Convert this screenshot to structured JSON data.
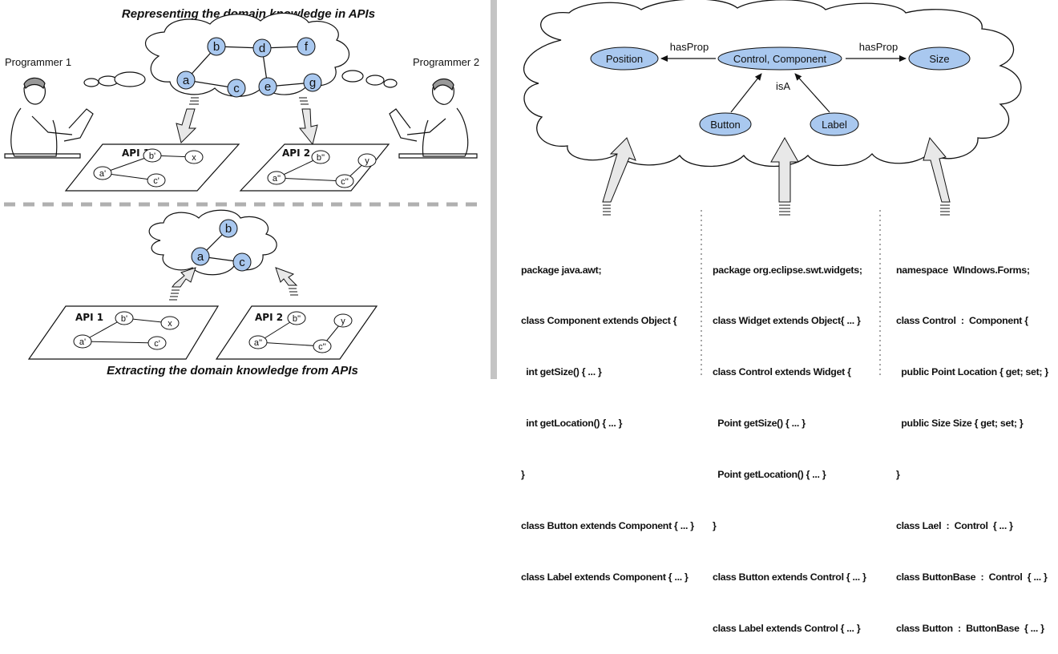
{
  "left": {
    "top_title": "Representing the domain knowledge in APIs",
    "bottom_title": "Extracting the domain knowledge from APIs",
    "programmer1": "Programmer 1",
    "programmer2": "Programmer 2",
    "top_nodes": [
      "a",
      "b",
      "c",
      "d",
      "e",
      "f",
      "g"
    ],
    "bottom_nodes": [
      "a",
      "b",
      "c"
    ],
    "api1": {
      "title": "API 1",
      "nodes": [
        "b'",
        "x",
        "a'",
        "c'"
      ]
    },
    "api2": {
      "title": "API 2",
      "nodes": [
        "b''",
        "y",
        "a''",
        "c''"
      ]
    }
  },
  "right": {
    "nodes": {
      "position": "Position",
      "control": "Control, Component",
      "size": "Size",
      "button": "Button",
      "label": "Label"
    },
    "edges": {
      "has_prop_left": "hasProp",
      "has_prop_right": "hasProp",
      "is_a": "isA"
    },
    "code_blocks": [
      [
        "package java.awt;",
        "class Component extends Object {",
        "  int getSize() { ... }",
        "  int getLocation() { ... }",
        "}",
        "class Button extends Component { ... }",
        "class Label extends Component { ... }"
      ],
      [
        "package org.eclipse.swt.widgets;",
        "class Widget extends Object{ ... }",
        "class Control extends Widget {",
        "  Point getSize() { ... }",
        "  Point getLocation() { ... }",
        "}",
        "class Button extends Control { ... }",
        "class Label extends Control { ... }"
      ],
      [
        "namespace  WIndows.Forms;",
        "class Control  :  Component {",
        "  public Point Location { get; set; }",
        "  public Size Size { get; set; }",
        "}",
        "class Lael  :  Control  { ... }",
        "class ButtonBase  :  Control  { ... }",
        "class Button  :  ButtonBase  { ... }"
      ]
    ]
  },
  "colors": {
    "node_fill": "#a9c8ef",
    "arrow_fill": "#e8e8e8",
    "divider": "#c4c4c4"
  }
}
